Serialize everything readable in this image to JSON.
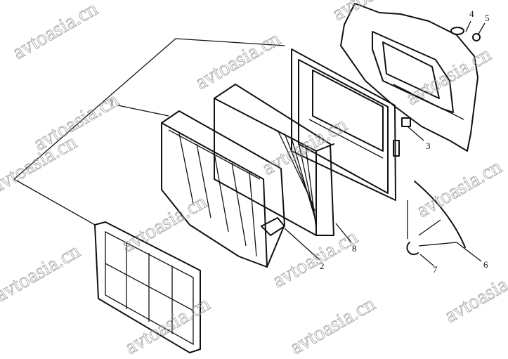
{
  "watermark": "avtoasia.cn",
  "callouts": {
    "part1": "1",
    "part2": "2",
    "part3": "3",
    "part4": "4",
    "part5": "5",
    "part6": "6",
    "part7": "7",
    "part8": "8"
  }
}
